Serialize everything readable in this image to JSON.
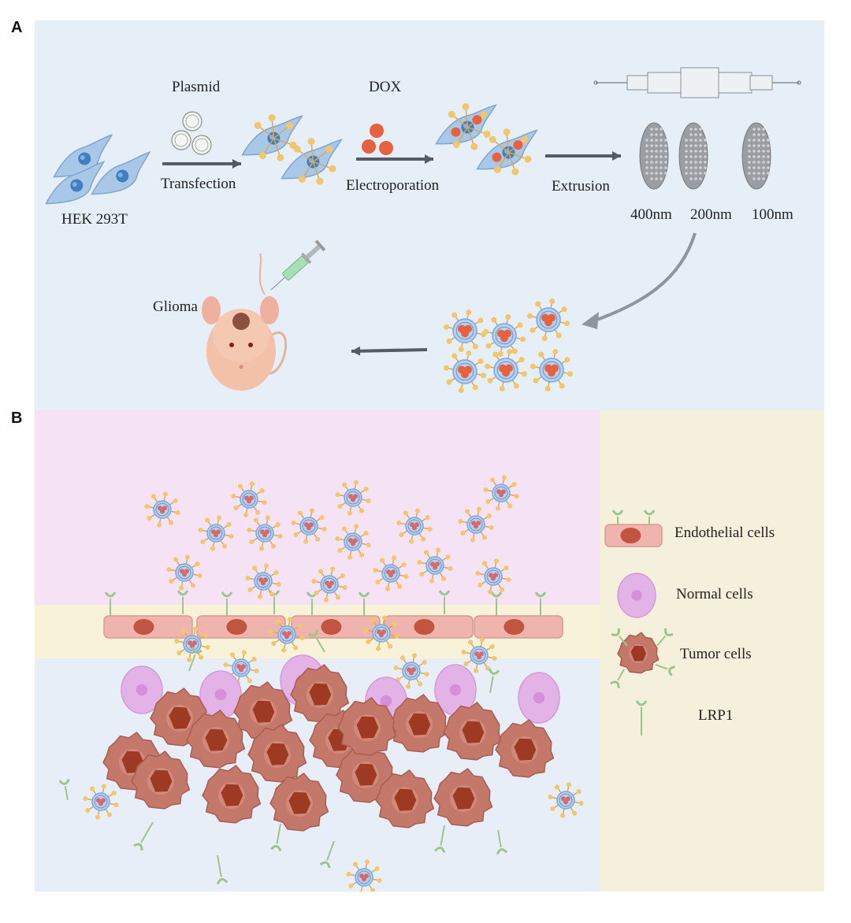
{
  "figure": {
    "panel_a": {
      "letter": "A",
      "steps": {
        "cell_line": "HEK 293T",
        "plasmid": "Plasmid",
        "transfection": "Transfection",
        "drug": "DOX",
        "electroporation": "Electroporation",
        "extrusion": "Extrusion",
        "pore_sizes": [
          "400nm",
          "200nm",
          "100nm"
        ],
        "model": "Glioma"
      }
    },
    "panel_b": {
      "letter": "B",
      "legend": [
        {
          "label": "Endothelial cells"
        },
        {
          "label": "Normal cells"
        },
        {
          "label": "Tumor cells"
        },
        {
          "label": "LRP1"
        }
      ]
    },
    "colors": {
      "panel_a_bg": "#e6eef7",
      "blood_bg": "#f5e3f5",
      "bbb_bg": "#f8f3d8",
      "brain_bg": "#e8eef8",
      "legend_bg": "#f5f0dc",
      "cell_blue": "#a9c8e8",
      "nucleus_blue": "#3f7fc2",
      "ligand_yellow": "#f2c66a",
      "dox_orange": "#e8613e",
      "endothelial": "#f0b4ae",
      "normal_cell": "#e3b2e6",
      "tumor_cell": "#c4786a",
      "tumor_nucleus": "#9e3a24",
      "lrp1_green": "#9ec48e",
      "arrow_gray": "#555b63"
    }
  }
}
